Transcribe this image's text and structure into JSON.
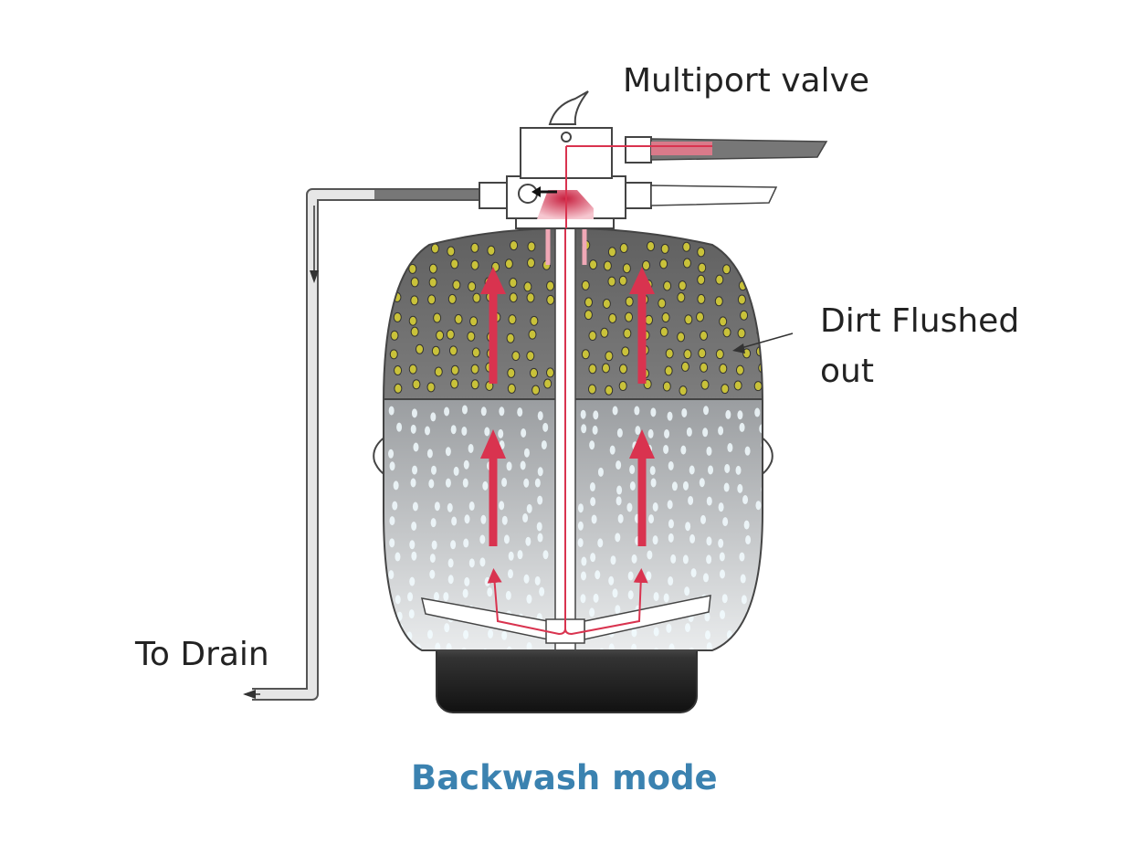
{
  "labels": {
    "valve": "Multiport valve",
    "dirt_line1": "Dirt Flushed",
    "dirt_line2": "out",
    "drain": "To Drain"
  },
  "caption": "Backwash mode",
  "colors": {
    "flow": "#d9334f",
    "caption": "#3b82b0",
    "upper_media": "#6b6b6b",
    "dirt": "#c9c23a"
  }
}
